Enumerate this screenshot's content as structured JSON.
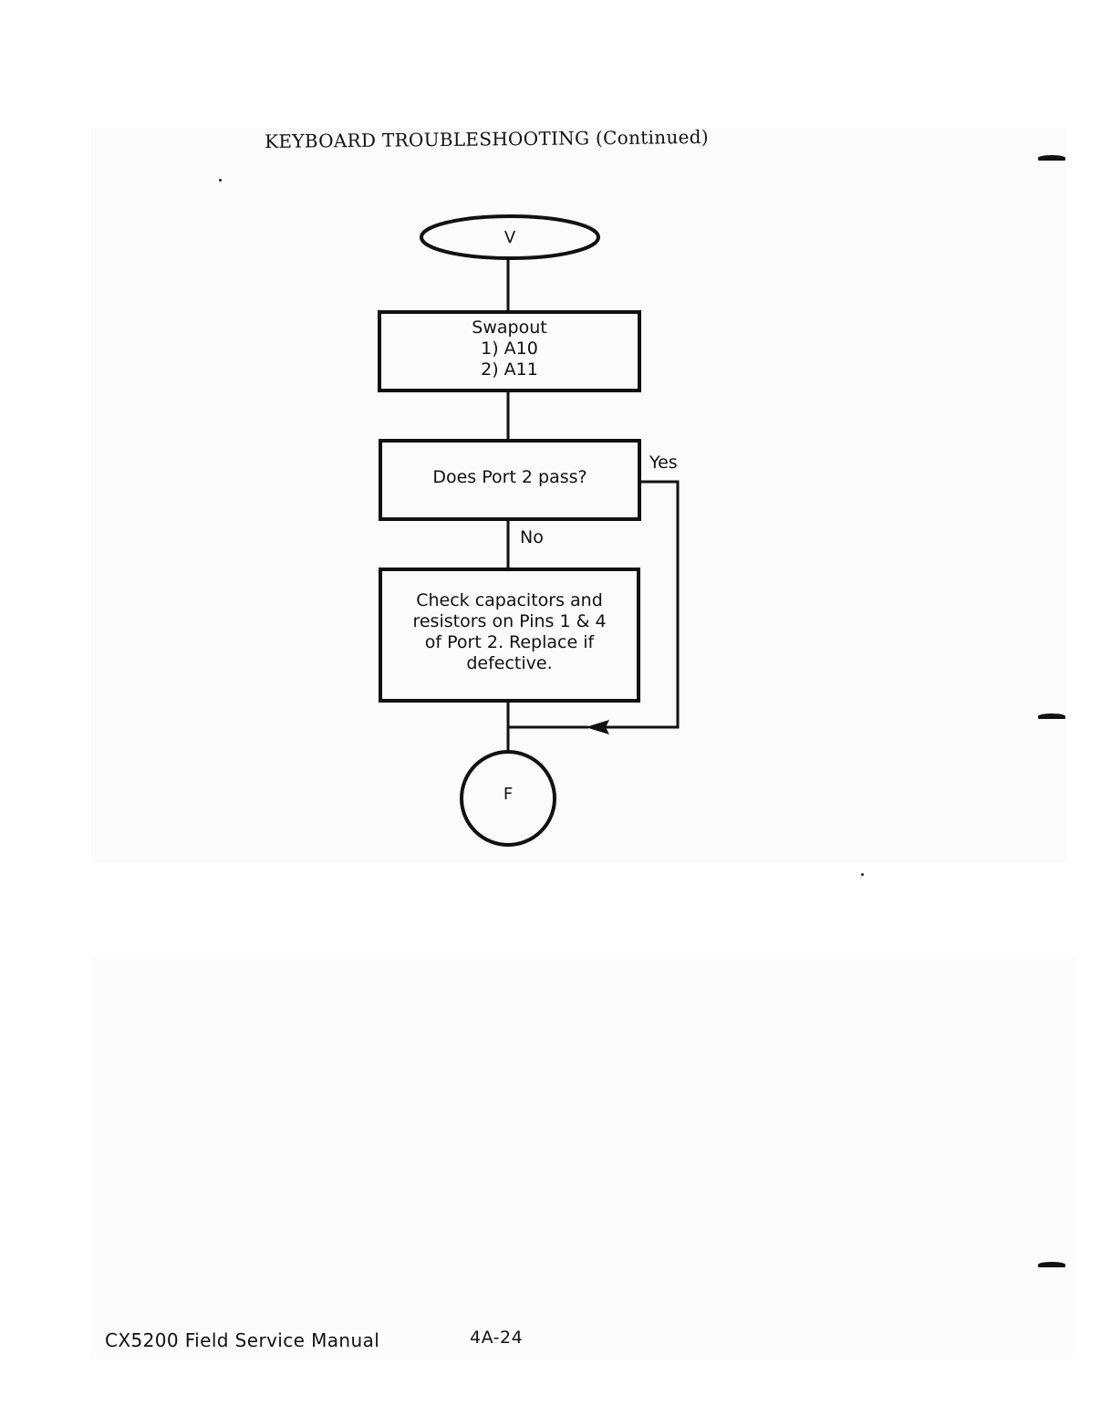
{
  "page": {
    "title": "KEYBOARD TROUBLESHOOTING (Continued)",
    "footer_manual": "CX5200 Field Service Manual",
    "footer_page": "4A-24"
  },
  "flowchart": {
    "start_connector": "V",
    "end_connector": "F",
    "swapout": {
      "line1": "Swapout",
      "line2": "1) A10",
      "line3": "2) A11"
    },
    "decision": "Does Port 2 pass?",
    "check": {
      "line1": "Check capacitors and",
      "line2": "resistors on Pins 1 & 4",
      "line3": "of Port 2.  Replace if",
      "line4": "defective."
    },
    "yes_label": "Yes",
    "no_label": "No"
  }
}
